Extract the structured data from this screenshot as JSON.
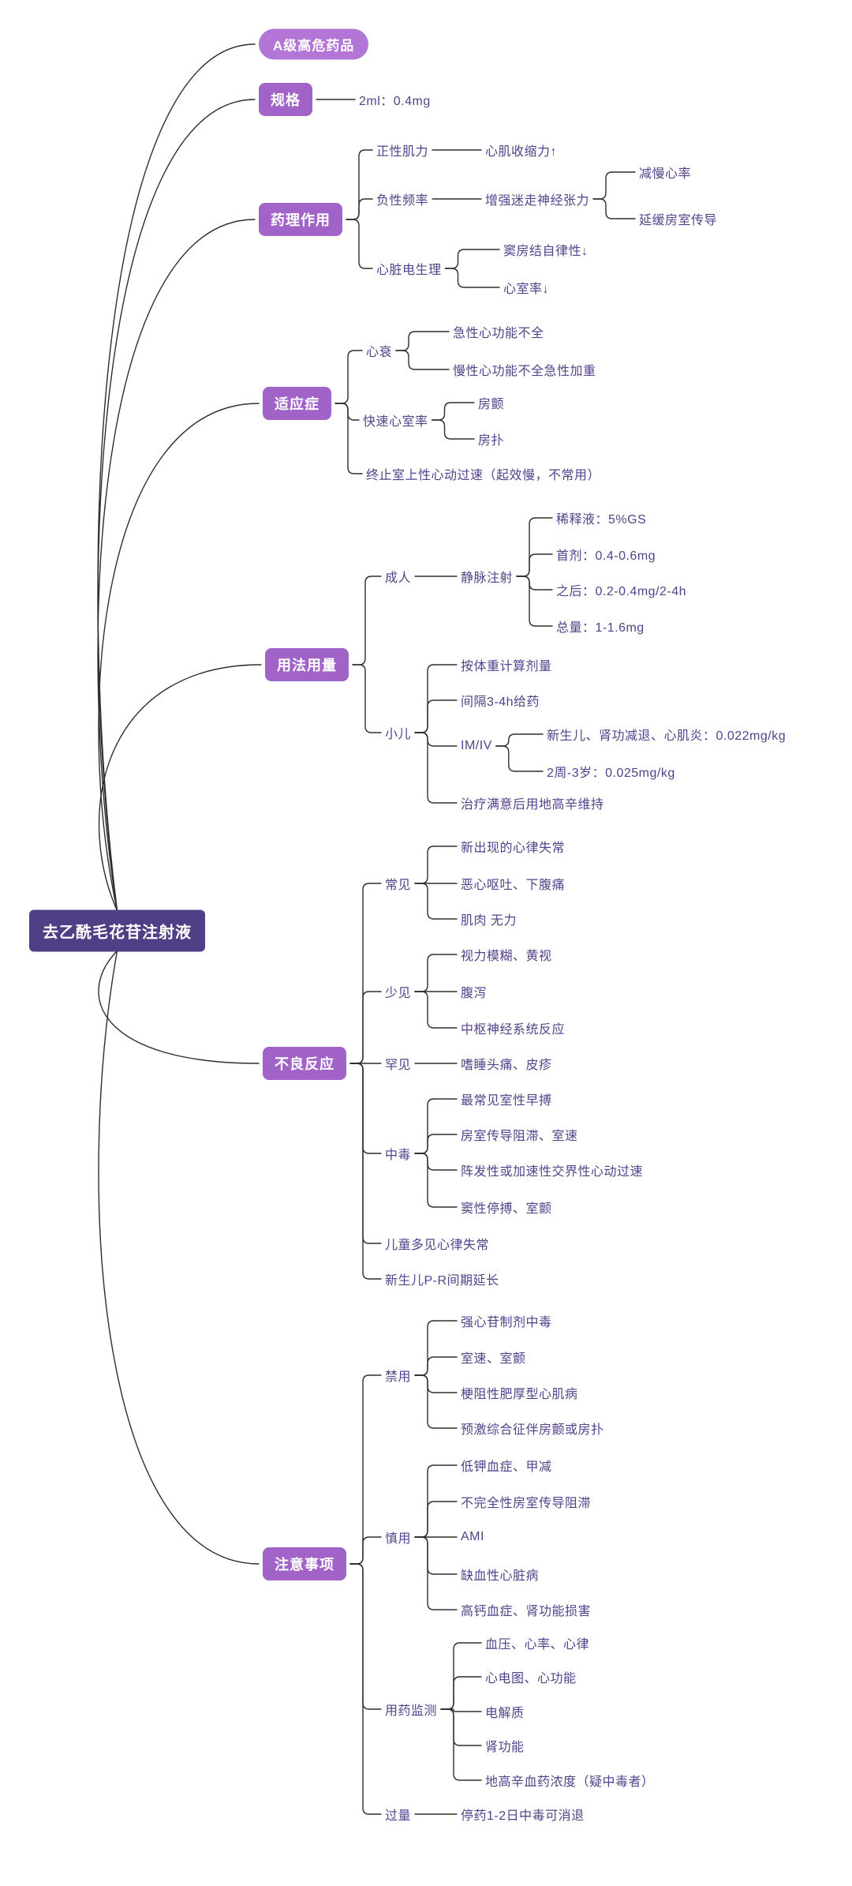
{
  "palette": {
    "central_bg": "#503e86",
    "branch_bg": "#a263c8",
    "badge_bg": "#b476d6",
    "leaf_text": "#54428c",
    "line": "#2e2e2e",
    "background": "#ffffff"
  },
  "root": {
    "label": "去乙酰毛花苷注射液"
  },
  "branches": {
    "risk": {
      "label": "A级高危药品"
    },
    "spec": {
      "label": "规格",
      "value": "2ml：0.4mg"
    },
    "pharm": {
      "label": "药理作用",
      "positive": {
        "label": "正性肌力",
        "effect": "心肌收缩力↑"
      },
      "negative": {
        "label": "负性频率",
        "mechanism": "增强迷走神经张力",
        "effects": [
          "减慢心率",
          "延缓房室传导"
        ]
      },
      "electro": {
        "label": "心脏电生理",
        "items": [
          "窦房结自律性↓",
          "心室率↓"
        ]
      }
    },
    "indication": {
      "label": "适应症",
      "heart_failure": {
        "label": "心衰",
        "items": [
          "急性心功能不全",
          "慢性心功能不全急性加重"
        ]
      },
      "rapid_rate": {
        "label": "快速心室率",
        "items": [
          "房颤",
          "房扑"
        ]
      },
      "svt": "终止室上性心动过速（起效慢，不常用）"
    },
    "usage": {
      "label": "用法用量",
      "adult": {
        "label": "成人",
        "route": "静脉注射",
        "items": [
          "稀释液：5%GS",
          "首剂：0.4-0.6mg",
          "之后：0.2-0.4mg/2-4h",
          "总量：1-1.6mg"
        ]
      },
      "child": {
        "label": "小儿",
        "items": [
          "按体重计算剂量",
          "间隔3-4h给药"
        ],
        "im_iv": {
          "label": "IM/IV",
          "items": [
            "新生儿、肾功减退、心肌炎：0.022mg/kg",
            "2周-3岁：0.025mg/kg"
          ]
        },
        "maintain": "治疗满意后用地高辛维持"
      }
    },
    "adverse": {
      "label": "不良反应",
      "common": {
        "label": "常见",
        "items": [
          "新出现的心律失常",
          "恶心呕吐、下腹痛",
          "肌肉 无力"
        ]
      },
      "uncommon": {
        "label": "少见",
        "items": [
          "视力模糊、黄视",
          "腹泻",
          "中枢神经系统反应"
        ]
      },
      "rare": {
        "label": "罕见",
        "items": [
          "嗜睡头痛、皮疹"
        ]
      },
      "toxicity": {
        "label": "中毒",
        "items": [
          "最常见室性早搏",
          "房室传导阻滞、室速",
          "阵发性或加速性交界性心动过速",
          "窦性停搏、室颤"
        ]
      },
      "children_note": "儿童多见心律失常",
      "newborn_note": "新生儿P-R间期延长"
    },
    "caution": {
      "label": "注意事项",
      "contraindicated": {
        "label": "禁用",
        "items": [
          "强心苷制剂中毒",
          "室速、室颤",
          "梗阻性肥厚型心肌病",
          "预激综合征伴房颤或房扑"
        ]
      },
      "use_with_caution": {
        "label": "慎用",
        "items": [
          "低钾血症、甲减",
          "不完全性房室传导阻滞",
          "AMI",
          "缺血性心脏病",
          "高钙血症、肾功能损害"
        ]
      },
      "monitoring": {
        "label": "用药监测",
        "items": [
          "血压、心率、心律",
          "心电图、心功能",
          "电解质",
          "肾功能",
          "地高辛血药浓度（疑中毒者）"
        ]
      },
      "overdose": {
        "label": "过量",
        "note": "停药1-2日中毒可消退"
      }
    }
  }
}
